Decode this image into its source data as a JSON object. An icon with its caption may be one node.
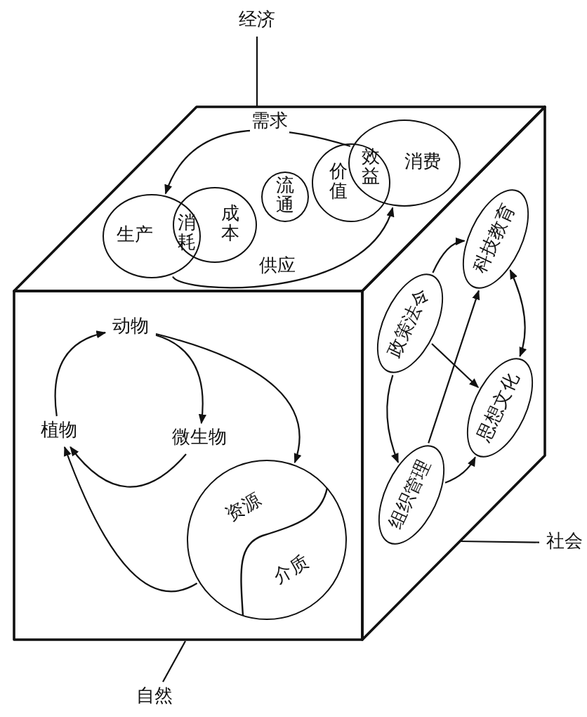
{
  "diagram": {
    "nodes": [
      {
        "text": [
          "经济"
        ]
      },
      {
        "text": [],
        "shape": "box"
      },
      {
        "text": [
          "生产"
        ],
        "in": 1
      },
      {
        "text": [
          "成本"
        ],
        "in": 1
      },
      {
        "text": [
          "流通"
        ],
        "in": 1
      },
      {
        "text": [
          "价值"
        ],
        "in": 1
      },
      {
        "text": [
          "消费"
        ],
        "in": 1
      },
      {
        "text": [],
        "shape": "box"
      },
      {
        "text": [
          "动物"
        ],
        "in": 7
      },
      {
        "text": [
          "植物"
        ],
        "in": 7
      },
      {
        "text": [
          "微生物"
        ],
        "in": 7
      },
      {
        "text": [
          "资源",
          "介质"
        ],
        "in": 7
      },
      {
        "text": [],
        "shape": "box"
      },
      {
        "text": [
          "政策法令"
        ],
        "in": 12
      },
      {
        "text": [
          "科技教育"
        ],
        "in": 12
      },
      {
        "text": [
          "思想文化"
        ],
        "in": 12
      },
      {
        "text": [
          "组织管理"
        ],
        "in": 12
      },
      {
        "text": [
          "社会"
        ]
      },
      {
        "text": [
          "自然"
        ]
      }
    ],
    "edges": [
      {
        "from": 0,
        "to": 1,
        "arrow": "none"
      },
      {
        "from": 6,
        "to": 2,
        "arrow": "to",
        "label": "需求"
      },
      {
        "from": 2,
        "to": 6,
        "arrow": "to",
        "label": "供应"
      },
      {
        "from": 9,
        "to": 8,
        "arrow": "to"
      },
      {
        "from": 8,
        "to": 10,
        "arrow": "to"
      },
      {
        "from": 10,
        "to": 9,
        "arrow": "to"
      },
      {
        "from": 8,
        "to": 11,
        "arrow": "to"
      },
      {
        "from": 11,
        "to": 9,
        "arrow": "to"
      },
      {
        "from": 13,
        "to": 14,
        "arrow": "to"
      },
      {
        "from": 16,
        "to": 14,
        "arrow": "to"
      },
      {
        "from": 14,
        "to": 15,
        "arrow": "both"
      },
      {
        "from": 13,
        "to": 15,
        "arrow": "to"
      },
      {
        "from": 13,
        "to": 16,
        "arrow": "to"
      },
      {
        "from": 16,
        "to": 15,
        "arrow": "to"
      },
      {
        "from": 17,
        "to": 12,
        "arrow": "none"
      },
      {
        "from": 18,
        "to": 7,
        "arrow": "none"
      }
    ],
    "labels": [
      "消耗",
      "效益"
    ]
  }
}
